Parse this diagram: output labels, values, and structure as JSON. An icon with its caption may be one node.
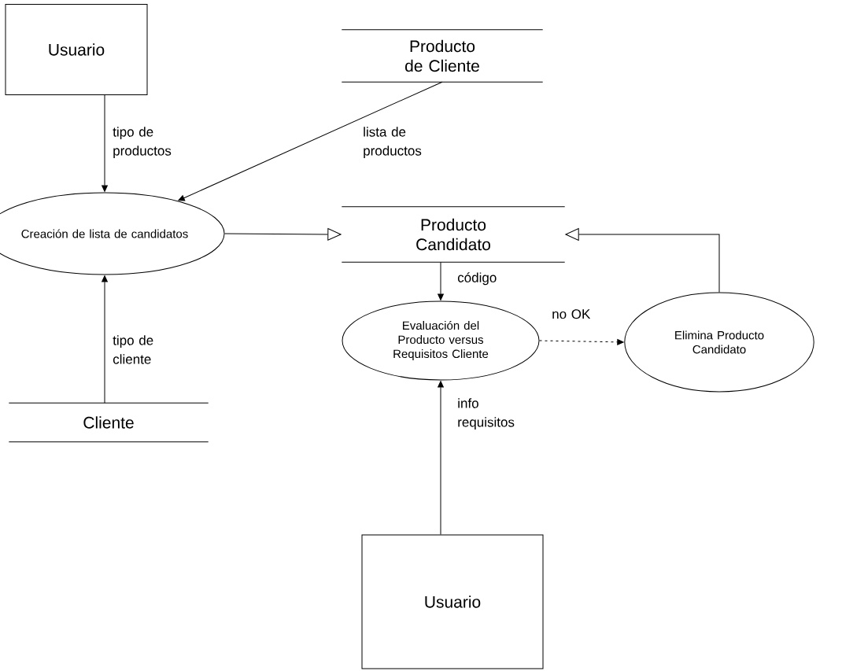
{
  "diagram": {
    "nodes": [
      {
        "text": [
          "Usuario"
        ]
      },
      {
        "text": [
          "Producto de Cliente"
        ]
      },
      {
        "text": [
          "Creación de lista de candidatos"
        ]
      },
      {
        "text": [
          "Producto Candidato"
        ]
      },
      {
        "text": [
          "Cliente"
        ]
      },
      {
        "text": [
          "Evaluación del Producto versus Requisitos Cliente"
        ]
      },
      {
        "text": [
          "Elimina Producto Candidato"
        ]
      },
      {
        "text": [
          "Usuario"
        ]
      }
    ],
    "edges": [
      {
        "from": 0,
        "to": 2,
        "arrow": "to",
        "label": "tipo de productos"
      },
      {
        "from": 1,
        "to": 2,
        "arrow": "to",
        "label": "lista de productos"
      },
      {
        "from": 2,
        "to": 3,
        "arrow": "to"
      },
      {
        "from": 4,
        "to": 2,
        "arrow": "to",
        "label": "tipo de cliente"
      },
      {
        "from": 3,
        "to": 5,
        "arrow": "to",
        "label": "código"
      },
      {
        "from": 5,
        "to": 6,
        "arrow": "to",
        "label": "no OK",
        "style": "dashed"
      },
      {
        "from": 6,
        "to": 3,
        "arrow": "to"
      },
      {
        "from": 7,
        "to": 5,
        "arrow": "to",
        "label": "info requisitos"
      }
    ]
  }
}
